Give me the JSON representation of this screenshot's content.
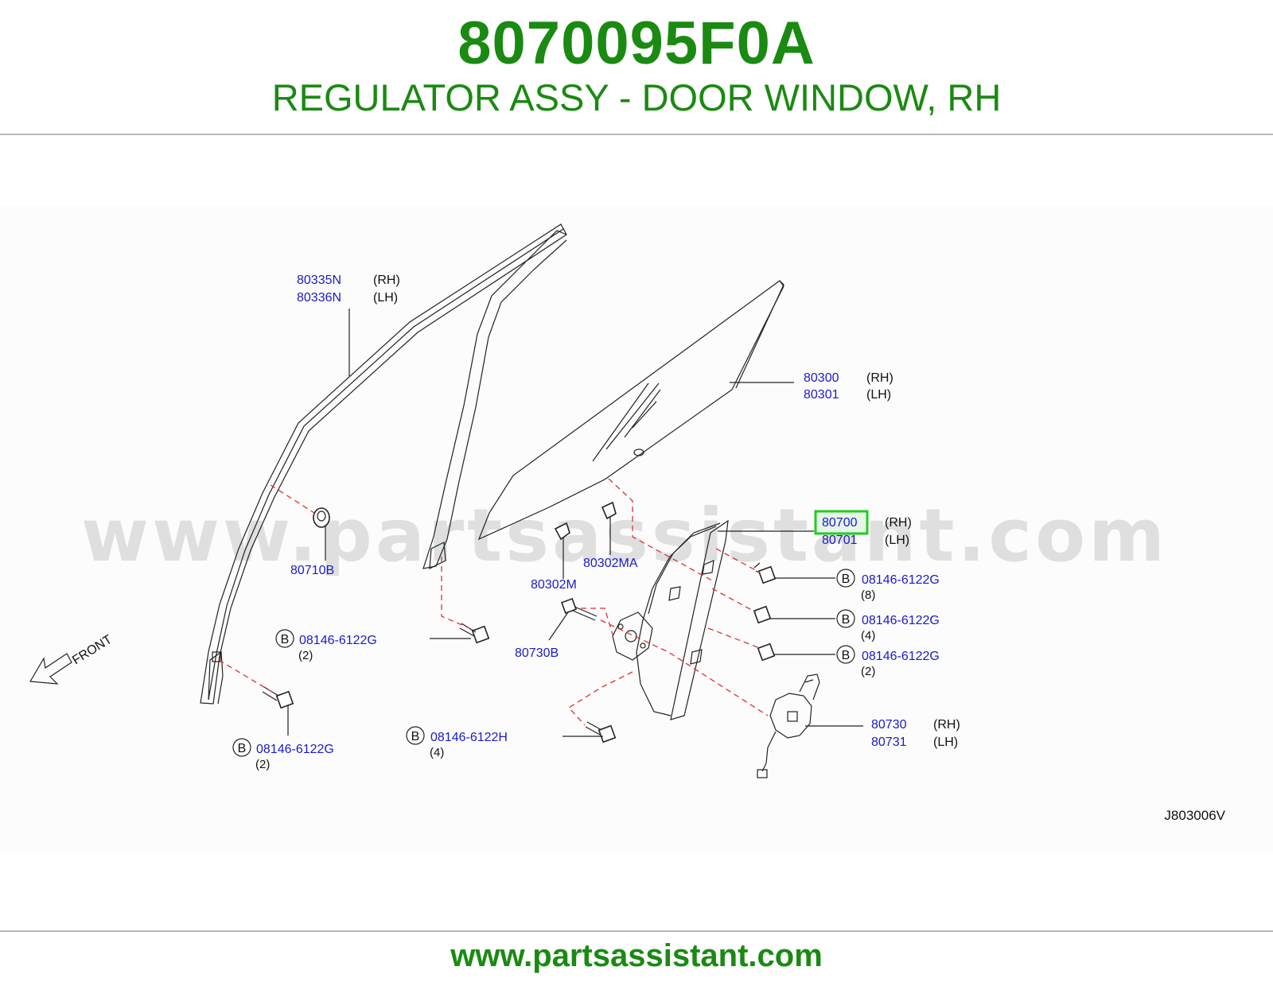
{
  "header": {
    "part_number": "8070095F0A",
    "description": "REGULATOR ASSY - DOOR WINDOW, RH"
  },
  "watermark": "www.partsassistant.com",
  "footer": {
    "url": "www.partsassistant.com"
  },
  "diagram": {
    "reference_code": "J803006V",
    "front_label": "FRONT",
    "bolt_badge": "B",
    "callouts": {
      "sash_rh": {
        "part": "80335N",
        "side": "(RH)"
      },
      "sash_lh": {
        "part": "80336N",
        "side": "(LH)"
      },
      "glass_rh": {
        "part": "80300",
        "side": "(RH)"
      },
      "glass_lh": {
        "part": "80301",
        "side": "(LH)"
      },
      "regulator_rh": {
        "part": "80700",
        "side": "(RH)"
      },
      "regulator_lh": {
        "part": "80701",
        "side": "(LH)"
      },
      "grommet": {
        "part": "80710B"
      },
      "holder_m": {
        "part": "80302M"
      },
      "holder_ma": {
        "part": "80302MA"
      },
      "bolt_80730b": {
        "part": "80730B"
      },
      "motor_rh": {
        "part": "80730",
        "side": "(RH)"
      },
      "motor_lh": {
        "part": "80731",
        "side": "(LH)"
      },
      "bolt_r1": {
        "part": "08146-6122G",
        "qty": "(8)"
      },
      "bolt_r2": {
        "part": "08146-6122G",
        "qty": "(4)"
      },
      "bolt_r3": {
        "part": "08146-6122G",
        "qty": "(2)"
      },
      "bolt_left_mid": {
        "part": "08146-6122G",
        "qty": "(2)"
      },
      "bolt_left_low": {
        "part": "08146-6122G",
        "qty": "(2)"
      },
      "bolt_center_low": {
        "part": "08146-6122H",
        "qty": "(4)"
      }
    }
  },
  "colors": {
    "brand_green": "#1a8a12",
    "part_link_blue": "#1a1acc",
    "highlight_green": "#22cc22",
    "dashed_red": "#e03030"
  }
}
